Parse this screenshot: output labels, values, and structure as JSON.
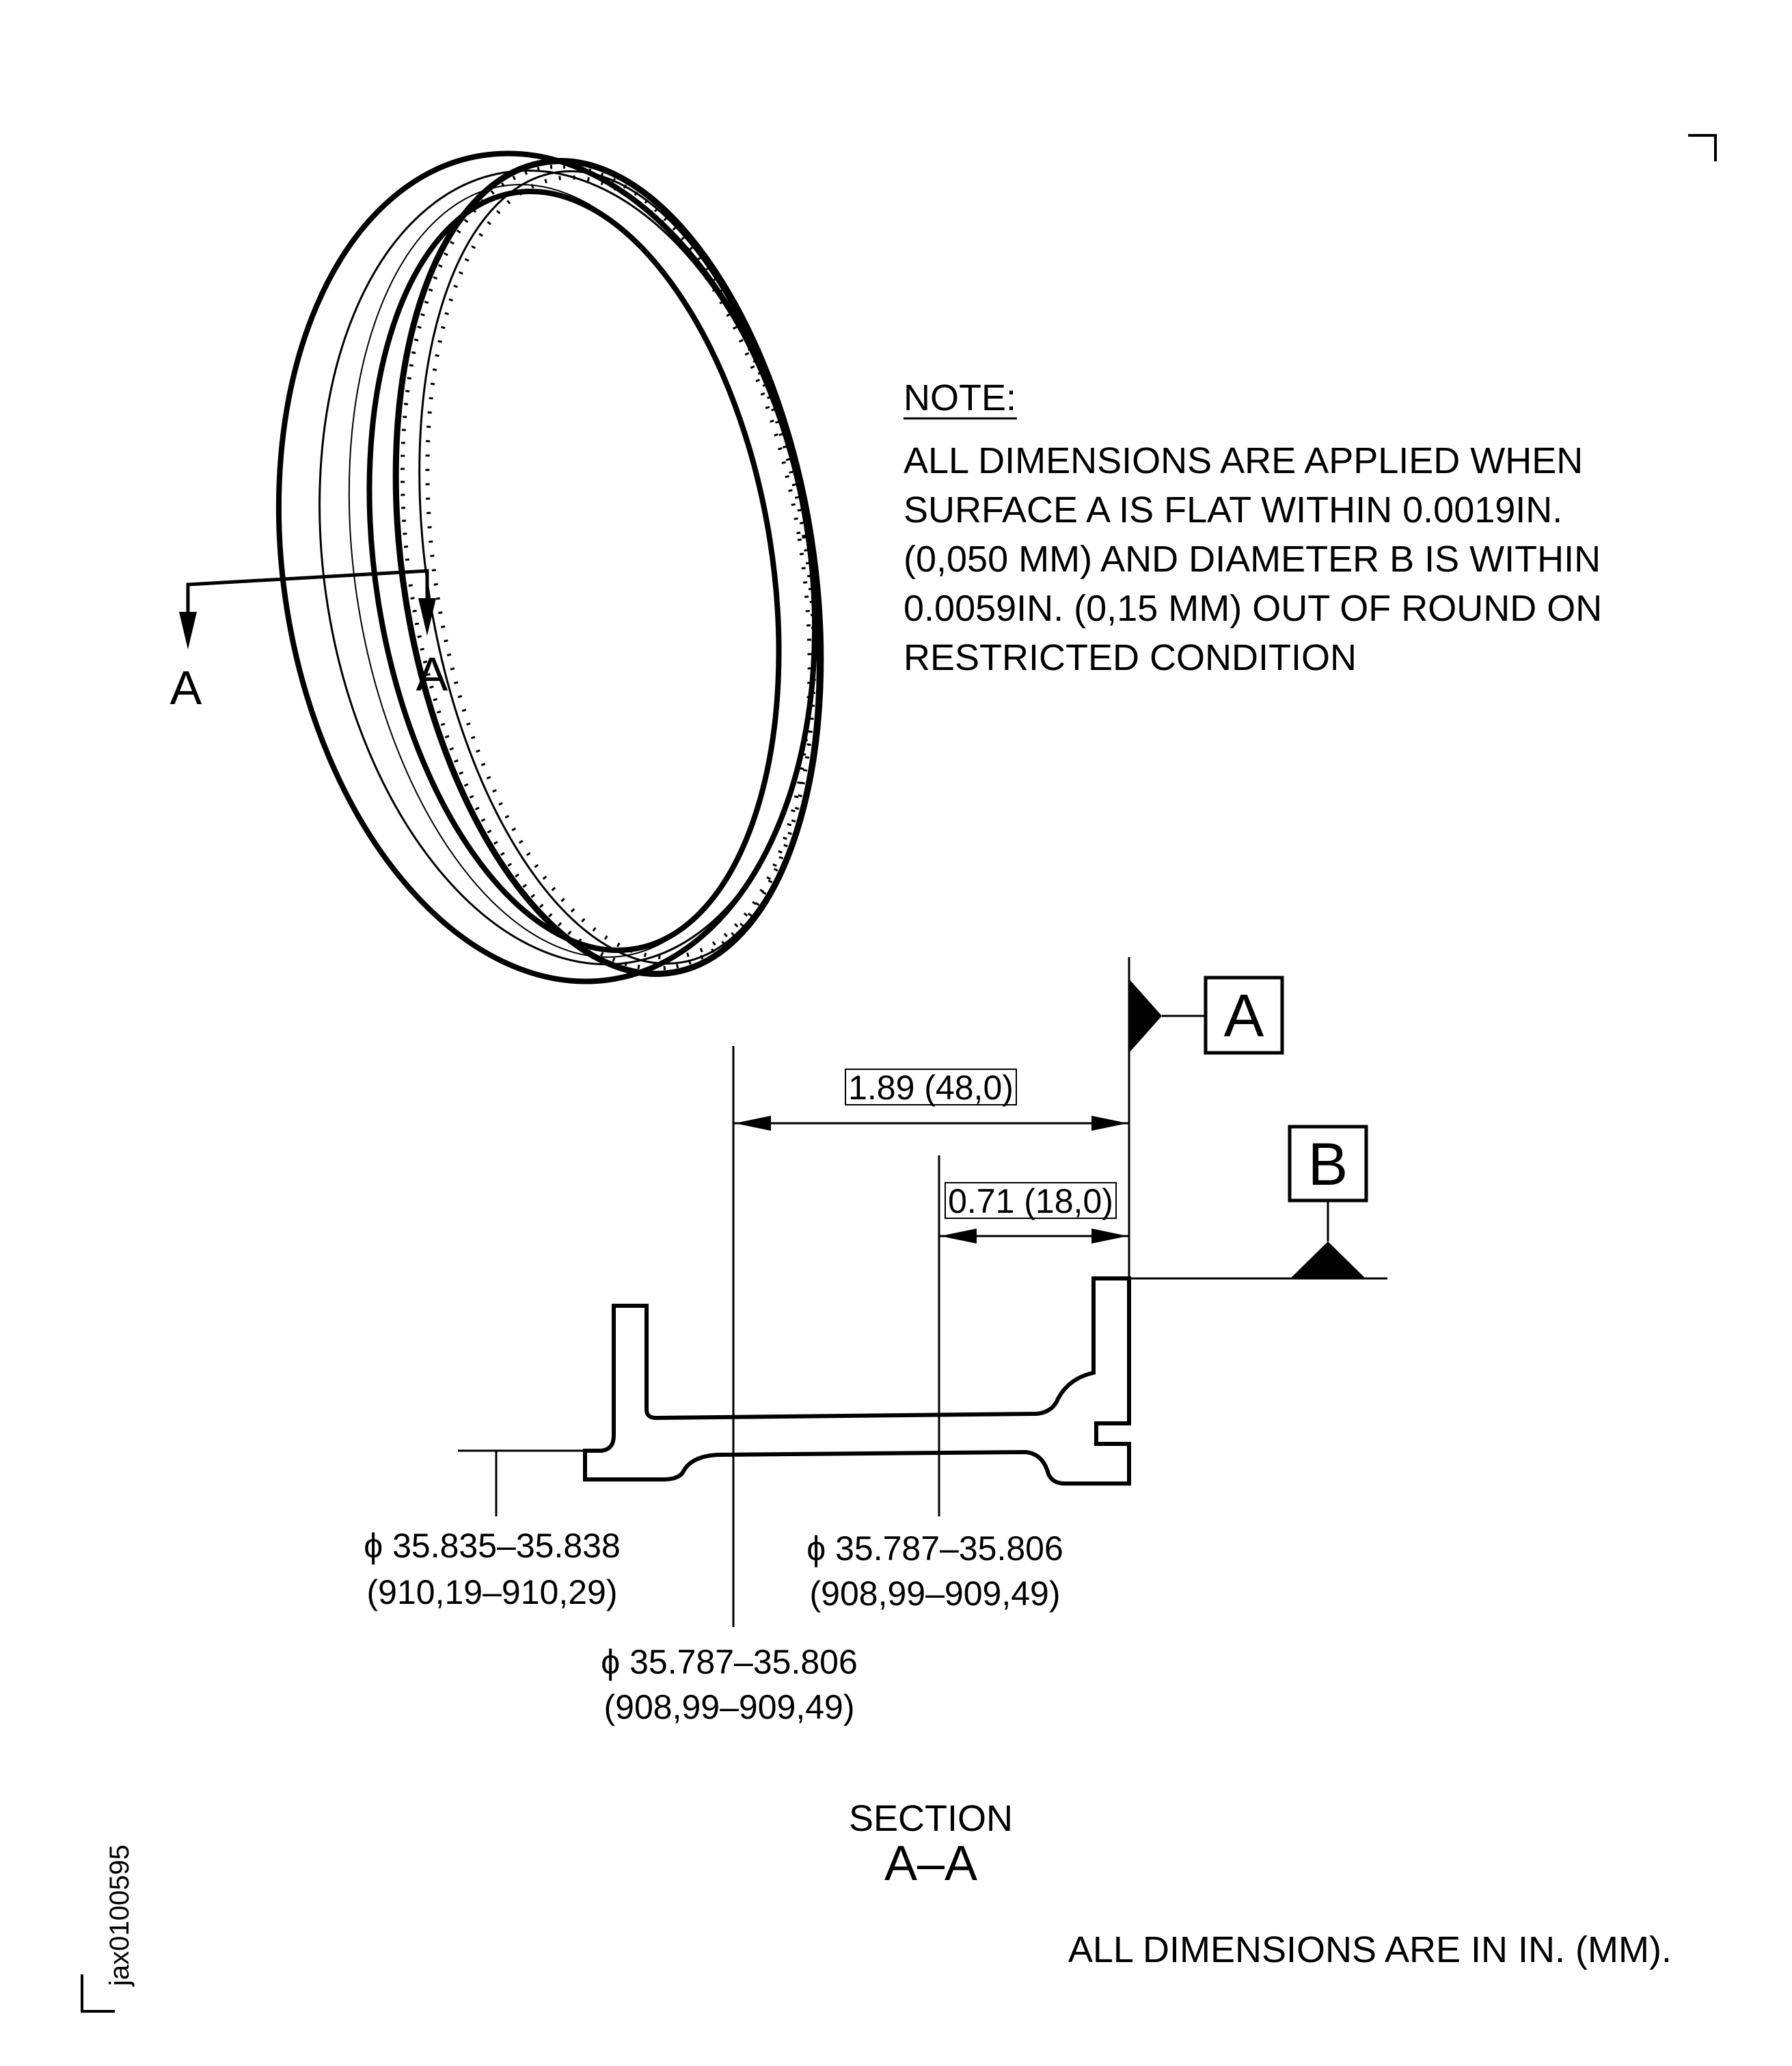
{
  "cutting_plane": {
    "left_label": "A",
    "right_label": "A"
  },
  "note": {
    "heading": "NOTE:",
    "lines": [
      "ALL DIMENSIONS ARE APPLIED WHEN",
      "SURFACE A IS FLAT WITHIN 0.0019IN.",
      "(0,050 MM) AND DIAMETER B IS WITHIN",
      "0.0059IN. (0,15 MM) OUT OF ROUND ON",
      "RESTRICTED CONDITION"
    ]
  },
  "datums": {
    "a": "A",
    "b": "B"
  },
  "dimensions": {
    "width_overall": "1.89 (48,0)",
    "width_inner": "0.71 (18,0)",
    "dia_left_in": "ϕ 35.835–35.838",
    "dia_left_mm": "(910,19–910,29)",
    "dia_mid_in": "ϕ 35.787–35.806",
    "dia_mid_mm": "(908,99–909,49)",
    "dia_right_in": "ϕ 35.787–35.806",
    "dia_right_mm": "(908,99–909,49)"
  },
  "section": {
    "title": "SECTION",
    "subtitle": "A–A"
  },
  "footer": {
    "units_note": "ALL DIMENSIONS ARE IN IN. (MM)."
  },
  "side_id": "jax0100595"
}
